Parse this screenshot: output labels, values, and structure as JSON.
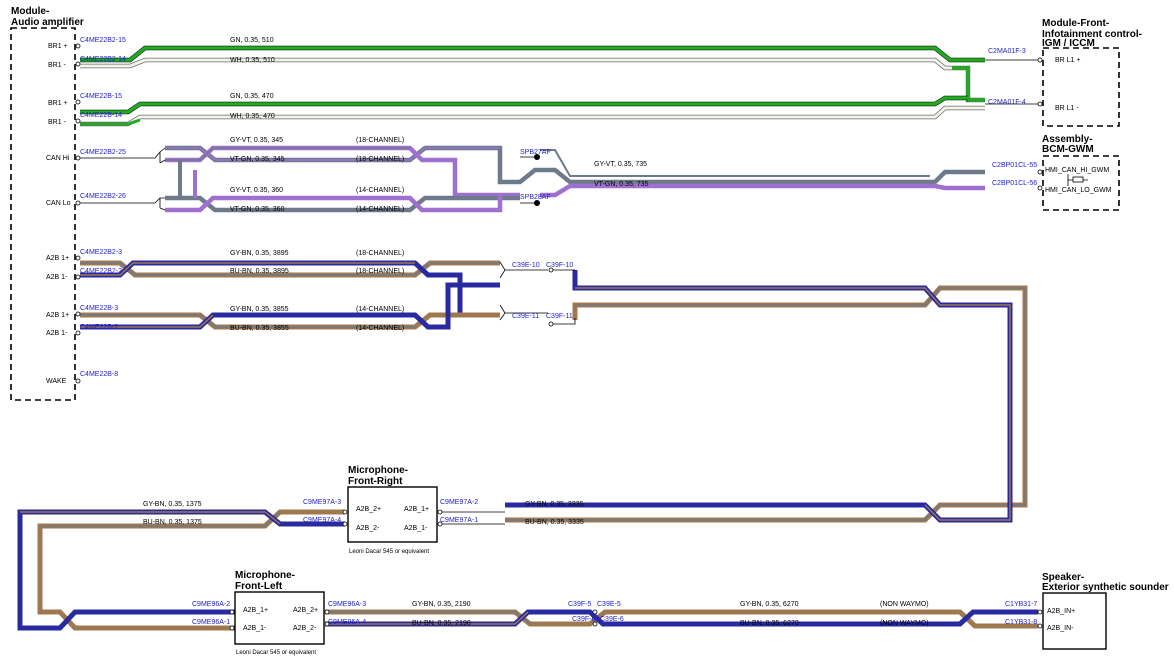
{
  "colors": {
    "green": "#22aa22",
    "white": "#f4f4ec",
    "gray": "#6e7a8c",
    "violet": "#a070d0",
    "brown": "#a07850",
    "blue": "#2a2aa0",
    "connector_text": "#2222cc"
  },
  "modules": {
    "audio_amp": {
      "line1": "Module-",
      "line2": "Audio amplifier"
    },
    "infotainment": {
      "line1": "Module-Front-",
      "line2": "Infotainment control-",
      "line3": "IGM / ICCM"
    },
    "bcm": {
      "line1": "Assembly-",
      "line2": "BCM-GWM"
    },
    "mic_fr": {
      "line1": "Microphone-",
      "line2": "Front-Right",
      "note": "Leoni Dacar 545 or equivalent"
    },
    "mic_fl": {
      "line1": "Microphone-",
      "line2": "Front-Left",
      "note": "Leoni Dacar 545 or equivalent"
    },
    "speaker": {
      "line1": "Speaker-",
      "line2": "Exterior synthetic sounder"
    }
  },
  "amp_pins": {
    "br1_plus_a": "BR1 +",
    "br1_minus_a": "BR1 -",
    "br1_plus_b": "BR1 +",
    "br1_minus_b": "BR1 -",
    "can_hi": "CAN Hi",
    "can_lo": "CAN Lo",
    "a2b_plus_a": "A2B 1+",
    "a2b_minus_a": "A2B 1-",
    "a2b_plus_b": "A2B 1+",
    "a2b_minus_b": "A2B 1-",
    "wake": "WAKE"
  },
  "amp_connectors": {
    "c1": "C4ME22B2-15",
    "c2": "C4ME22B2-14",
    "c3": "C4ME22B-15",
    "c4": "C4ME22B-14",
    "c5": "C4ME22B2-25",
    "c6": "C4ME22B2-26",
    "c7": "C4ME22B2-3",
    "c8": "C4ME22B2-2",
    "c9": "C4ME22B-3",
    "c10": "C4ME22B-2",
    "c11": "C4ME22B-8"
  },
  "infotainment_pins": {
    "p1": "BR L1 +",
    "p2": "BR L1 -",
    "c1": "C2MA01F-3",
    "c2": "C2MA01F-4"
  },
  "bcm_pins": {
    "p1": "HMI_CAN_HI_GWM",
    "p2": "HMI_CAN_LO_GWM",
    "c1": "C2BP01CL-55",
    "c2": "C2BP01CL-56"
  },
  "splices": {
    "s1": "SPB27AF",
    "s2": "SPB28AF"
  },
  "inline": {
    "a": "C39E-10",
    "b": "C39F-10",
    "c": "C39E-11",
    "d": "C39F-11",
    "e": "C39F-5",
    "f": "C39E-5",
    "g": "C39F-6",
    "h": "C39E-6"
  },
  "wires": {
    "w1": "GN,  0.35,  510",
    "w2": "WH,  0.35,  510",
    "w3": "GN,  0.35,  470",
    "w4": "WH,  0.35,  470",
    "w5": "GY-VT,  0.35,  345",
    "w6": "VT-GN,  0.35,  345",
    "w7": "GY-VT,  0.35,  360",
    "w8": "VT-GN,  0.35,  360",
    "w9": "GY-VT,  0.35,  735",
    "w10": "VT-GN,  0.35,  735",
    "w11": "GY-BN,  0.35,  3895",
    "w12": "BU-BN,  0.35,  3895",
    "w13": "GY-BN,  0.35,  3855",
    "w14": "BU-BN,  0.35,  3855",
    "w15": "GY-BN,  0.35,  1375",
    "w16": "BU-BN,  0.35,  1375",
    "w17": "GY-BN,  0.35,  3335",
    "w18": "BU-BN,  0.35,  3335",
    "w19": "GY-BN,  0.35,  2190",
    "w20": "BU-BN,  0.35,  2190",
    "w21": "GY-BN,  0.35,  6270",
    "w22": "BU-BN,  0.35,  6270"
  },
  "channel_notes": {
    "ch18_a": "(18-CHANNEL)",
    "ch18_b": "(18-CHANNEL)",
    "ch14_a": "(14-CHANNEL)",
    "ch14_b": "(14-CHANNEL)",
    "ch18_c": "(18-CHANNEL)",
    "ch18_d": "(18-CHANNEL)",
    "ch14_c": "(14-CHANNEL)",
    "ch14_d": "(14-CHANNEL)",
    "nw_a": "(NON WAYMO)",
    "nw_b": "(NON WAYMO)"
  },
  "mic_fr_pins": {
    "p1": "A2B_2+",
    "p2": "A2B_2-",
    "p3": "A2B_1+",
    "p4": "A2B_1-",
    "c1": "C9ME97A-3",
    "c2": "C9ME97A-4",
    "c3": "C9ME97A-2",
    "c4": "C9ME97A-1"
  },
  "mic_fl_pins": {
    "p1": "A2B_1+",
    "p2": "A2B_1-",
    "p3": "A2B_2+",
    "p4": "A2B_2-",
    "c1": "C9ME96A-2",
    "c2": "C9ME96A-1",
    "c3": "C9ME96A-3",
    "c4": "C9ME96A-4"
  },
  "speaker_pins": {
    "p1": "A2B_IN+",
    "p2": "A2B_IN-",
    "c1": "C1YB31-7",
    "c2": "C1YB31-8"
  }
}
